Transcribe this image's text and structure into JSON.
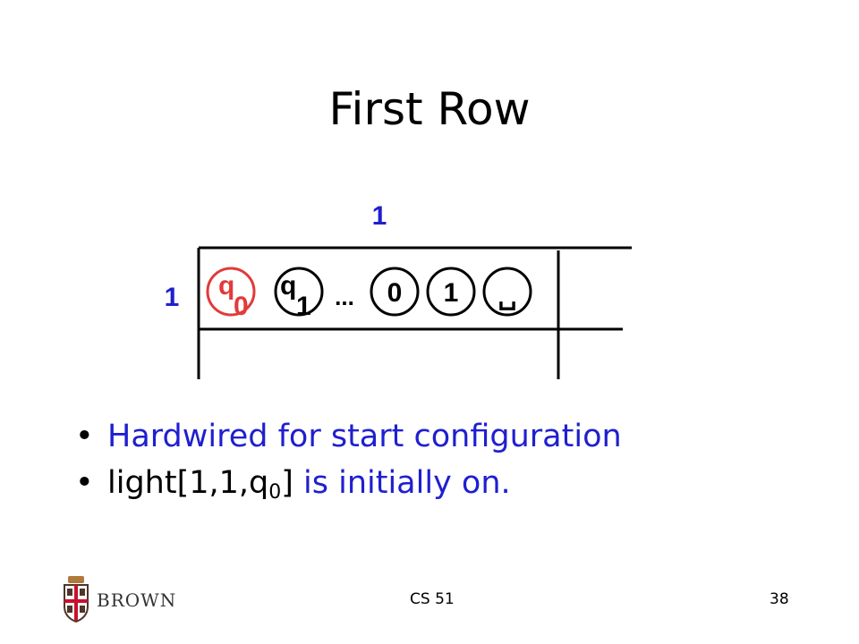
{
  "slide": {
    "title": "First Row",
    "diagram": {
      "col_label": "1",
      "row_label": "1",
      "cells": [
        {
          "symbol": "q",
          "sub": "0"
        },
        {
          "symbol": "q",
          "sub": "1"
        },
        {
          "symbol": "...",
          "sub": ""
        },
        {
          "symbol": "0",
          "sub": ""
        },
        {
          "symbol": "1",
          "sub": ""
        },
        {
          "symbol": "␣",
          "sub": ""
        }
      ]
    },
    "bullets": [
      {
        "text": "Hardwired for start configuration"
      },
      {
        "pre": "light[1,1,q",
        "sub": "0",
        "post": "]",
        "rest": " is initially on."
      }
    ],
    "footer": {
      "logo_text": "BROWN",
      "course": "CS 51",
      "page": "38"
    }
  },
  "colors": {
    "title": "#000000",
    "bullet_blue": "#1f1fd0",
    "highlight_red": "#e23a3a",
    "grid_black": "#000000"
  }
}
